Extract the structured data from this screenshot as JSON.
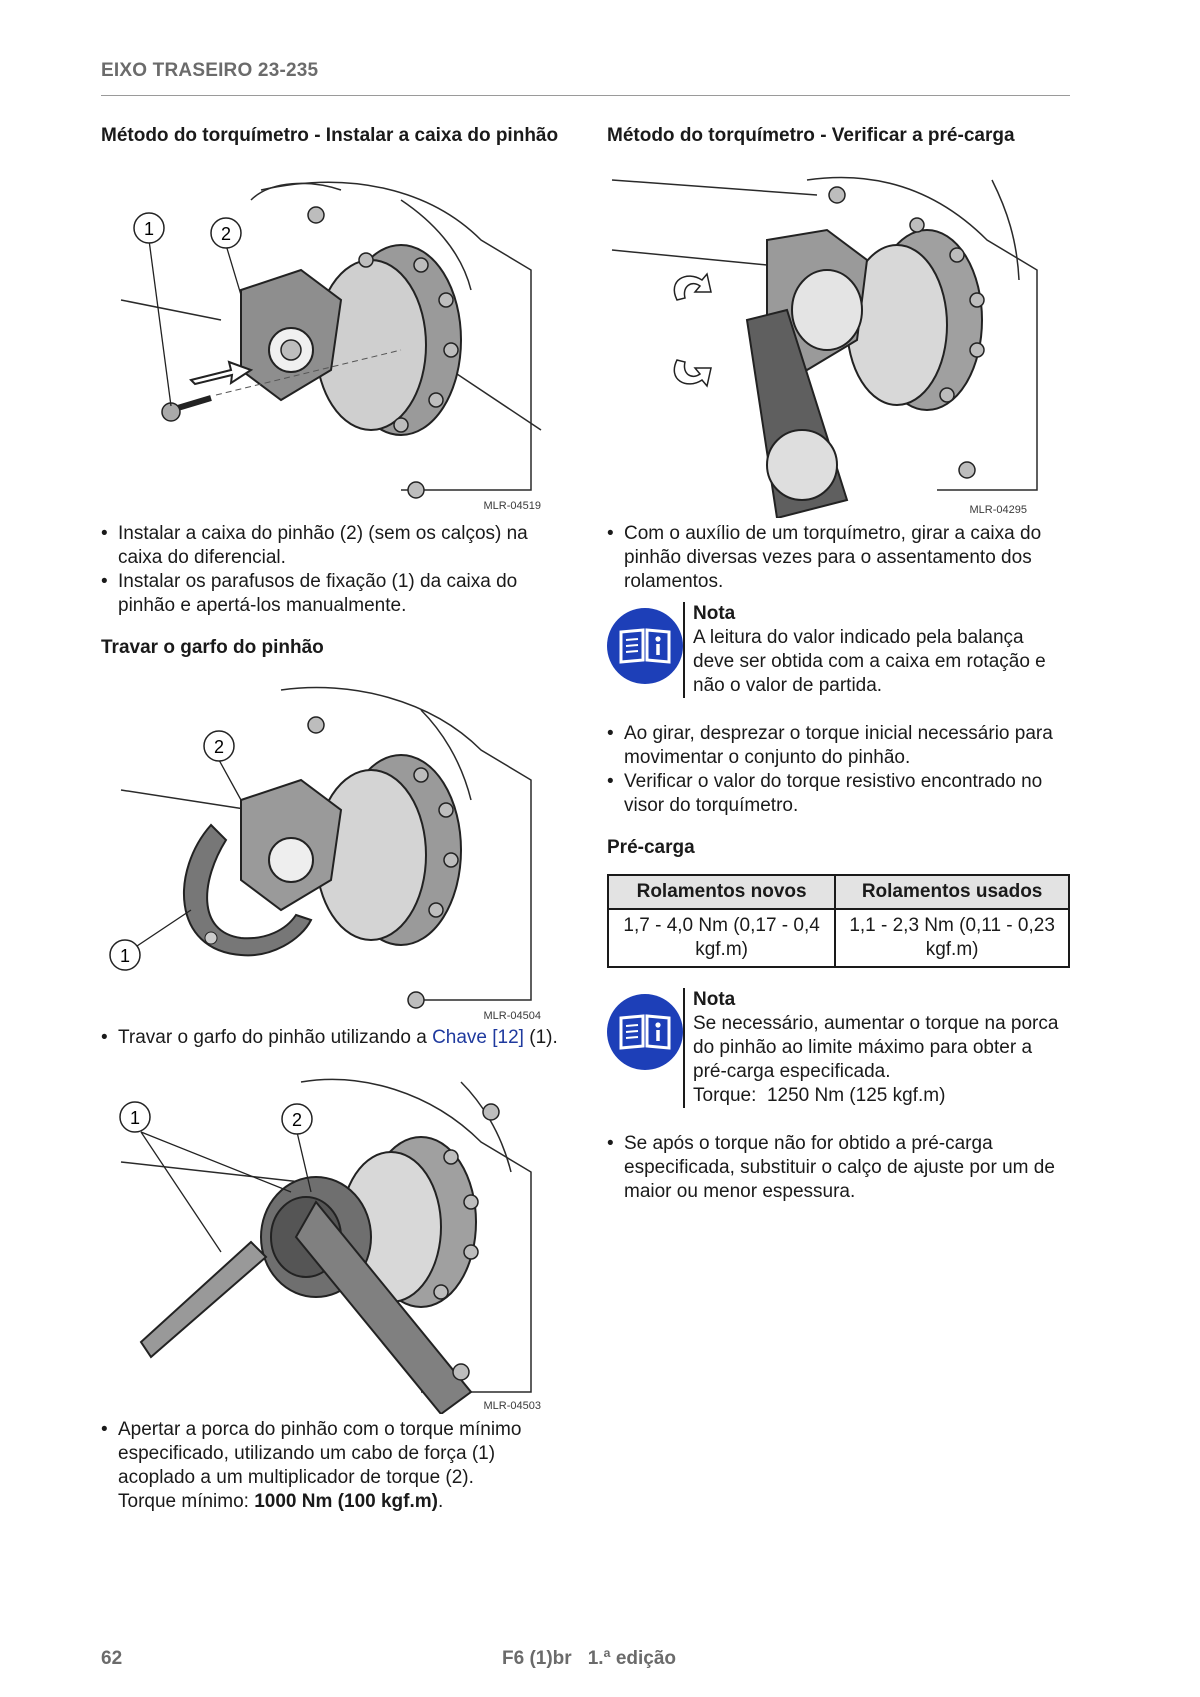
{
  "header": {
    "title": "EIXO TRASEIRO 23-235"
  },
  "left": {
    "section1_title": "Método do torquímetro - Instalar a caixa do pinhão",
    "fig1": {
      "id": "MLR-04519",
      "callout1": "1",
      "callout2": "2"
    },
    "bullets1": [
      "Instalar a caixa do pinhão (2) (sem os calços) na caixa do diferencial.",
      "Instalar os parafusos de fixação (1) da caixa do pinhão e apertá-los manualmente."
    ],
    "section2_title": "Travar o garfo do pinhão",
    "fig2": {
      "id": "MLR-04504",
      "callout1": "1",
      "callout2": "2"
    },
    "lock_text_before": "Travar o garfo do pinhão utilizando a ",
    "lock_link": "Chave [12]",
    "lock_text_after": " (1).",
    "fig3": {
      "id": "MLR-04503",
      "callout1": "1",
      "callout2": "2"
    },
    "tighten_text": "Apertar a porca do pinhão com o torque mínimo especificado, utilizando um cabo de força (1) acoplado a um multiplicador de torque (2).",
    "min_torque_label": "Torque mínimo:",
    "min_torque_value": "1000 Nm (100 kgf.m)",
    "min_torque_end": "."
  },
  "right": {
    "section_title": "Método do torquímetro - Verificar a pré-carga",
    "fig4": {
      "id": "MLR-04295"
    },
    "bullets1": [
      "Com o auxílio de um torquímetro, girar a caixa do pinhão diversas vezes para o assentamento dos rolamentos."
    ],
    "note1": {
      "title": "Nota",
      "text": "A leitura do valor indicado pela balança deve ser obtida com a caixa em rotação e não o valor de partida."
    },
    "bullets2": [
      "Ao girar, desprezar o torque inicial necessário para movimentar o conjunto do pinhão.",
      "Verificar o valor do torque resistivo encontrado no visor do torquímetro."
    ],
    "preload_title": "Pré-carga",
    "table": {
      "headers": [
        "Rolamentos novos",
        "Rolamentos usados"
      ],
      "row": [
        "1,7 - 4,0 Nm (0,17 - 0,4 kgf.m)",
        "1,1 - 2,3 Nm (0,11 - 0,23 kgf.m)"
      ]
    },
    "note2": {
      "title": "Nota",
      "text": "Se necessário, aumentar o torque na porca do pinhão ao limite máximo para obter a pré-carga especificada.",
      "torque_label": "Torque:",
      "torque_value": "1250 Nm (125 kgf.m)"
    },
    "bullets3": [
      "Se após o torque não for obtido a pré-carga especificada, substituir o calço de ajuste por um de maior ou menor espessura."
    ]
  },
  "footer": {
    "page": "62",
    "doc": "F6 (1)br",
    "edition": "1.ª edição"
  },
  "colors": {
    "note_icon": "#1d3fb8",
    "link": "#1f3a9e",
    "header_gray": "#6b6b6b"
  }
}
